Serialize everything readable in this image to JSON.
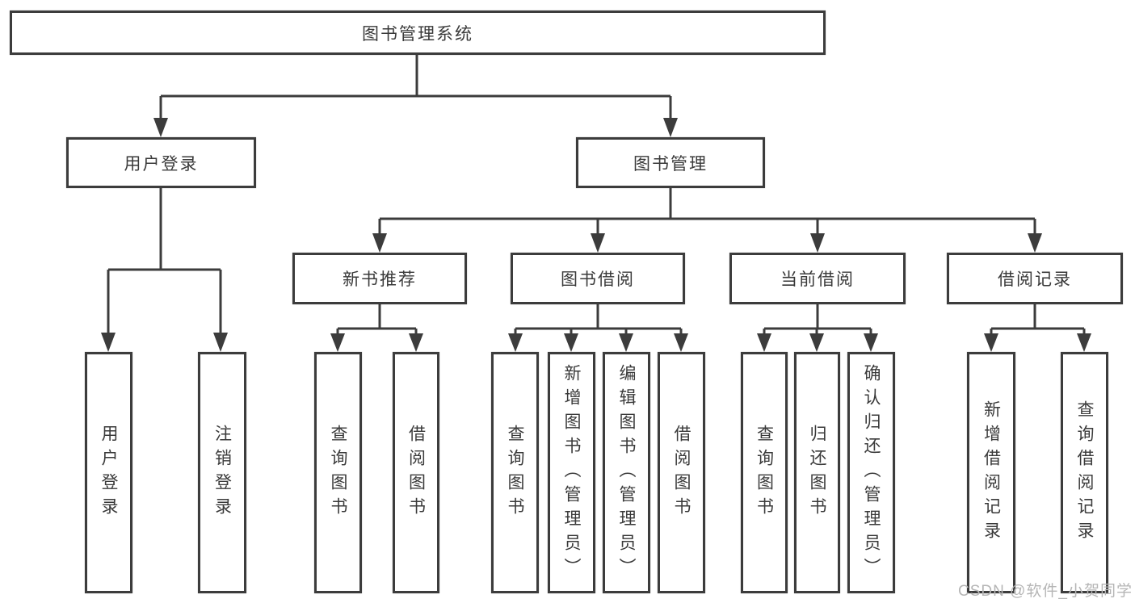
{
  "tree": {
    "root": {
      "label": "图书管理系统"
    },
    "branches": [
      {
        "label": "用户登录",
        "children": [
          {
            "label": "用户登录"
          },
          {
            "label": "注销登录"
          }
        ]
      },
      {
        "label": "图书管理",
        "sections": [
          {
            "label": "新书推荐",
            "children": [
              {
                "label": "查询图书"
              },
              {
                "label": "借阅图书"
              }
            ]
          },
          {
            "label": "图书借阅",
            "children": [
              {
                "label": "查询图书"
              },
              {
                "label": "新增图书（管理员）"
              },
              {
                "label": "编辑图书（管理员）"
              },
              {
                "label": "借阅图书"
              }
            ]
          },
          {
            "label": "当前借阅",
            "children": [
              {
                "label": "查询图书"
              },
              {
                "label": "归还图书"
              },
              {
                "label": "确认归还（管理员）"
              }
            ]
          },
          {
            "label": "借阅记录",
            "children": [
              {
                "label": "新增借阅记录"
              },
              {
                "label": "查询借阅记录"
              }
            ]
          }
        ]
      }
    ]
  },
  "watermark": {
    "text": "CSDN @软件_小贺同学"
  },
  "colors": {
    "line": "#3c3c3c",
    "text": "#3a3a3a",
    "watermark": "#b5b5b5",
    "background": "#ffffff"
  }
}
